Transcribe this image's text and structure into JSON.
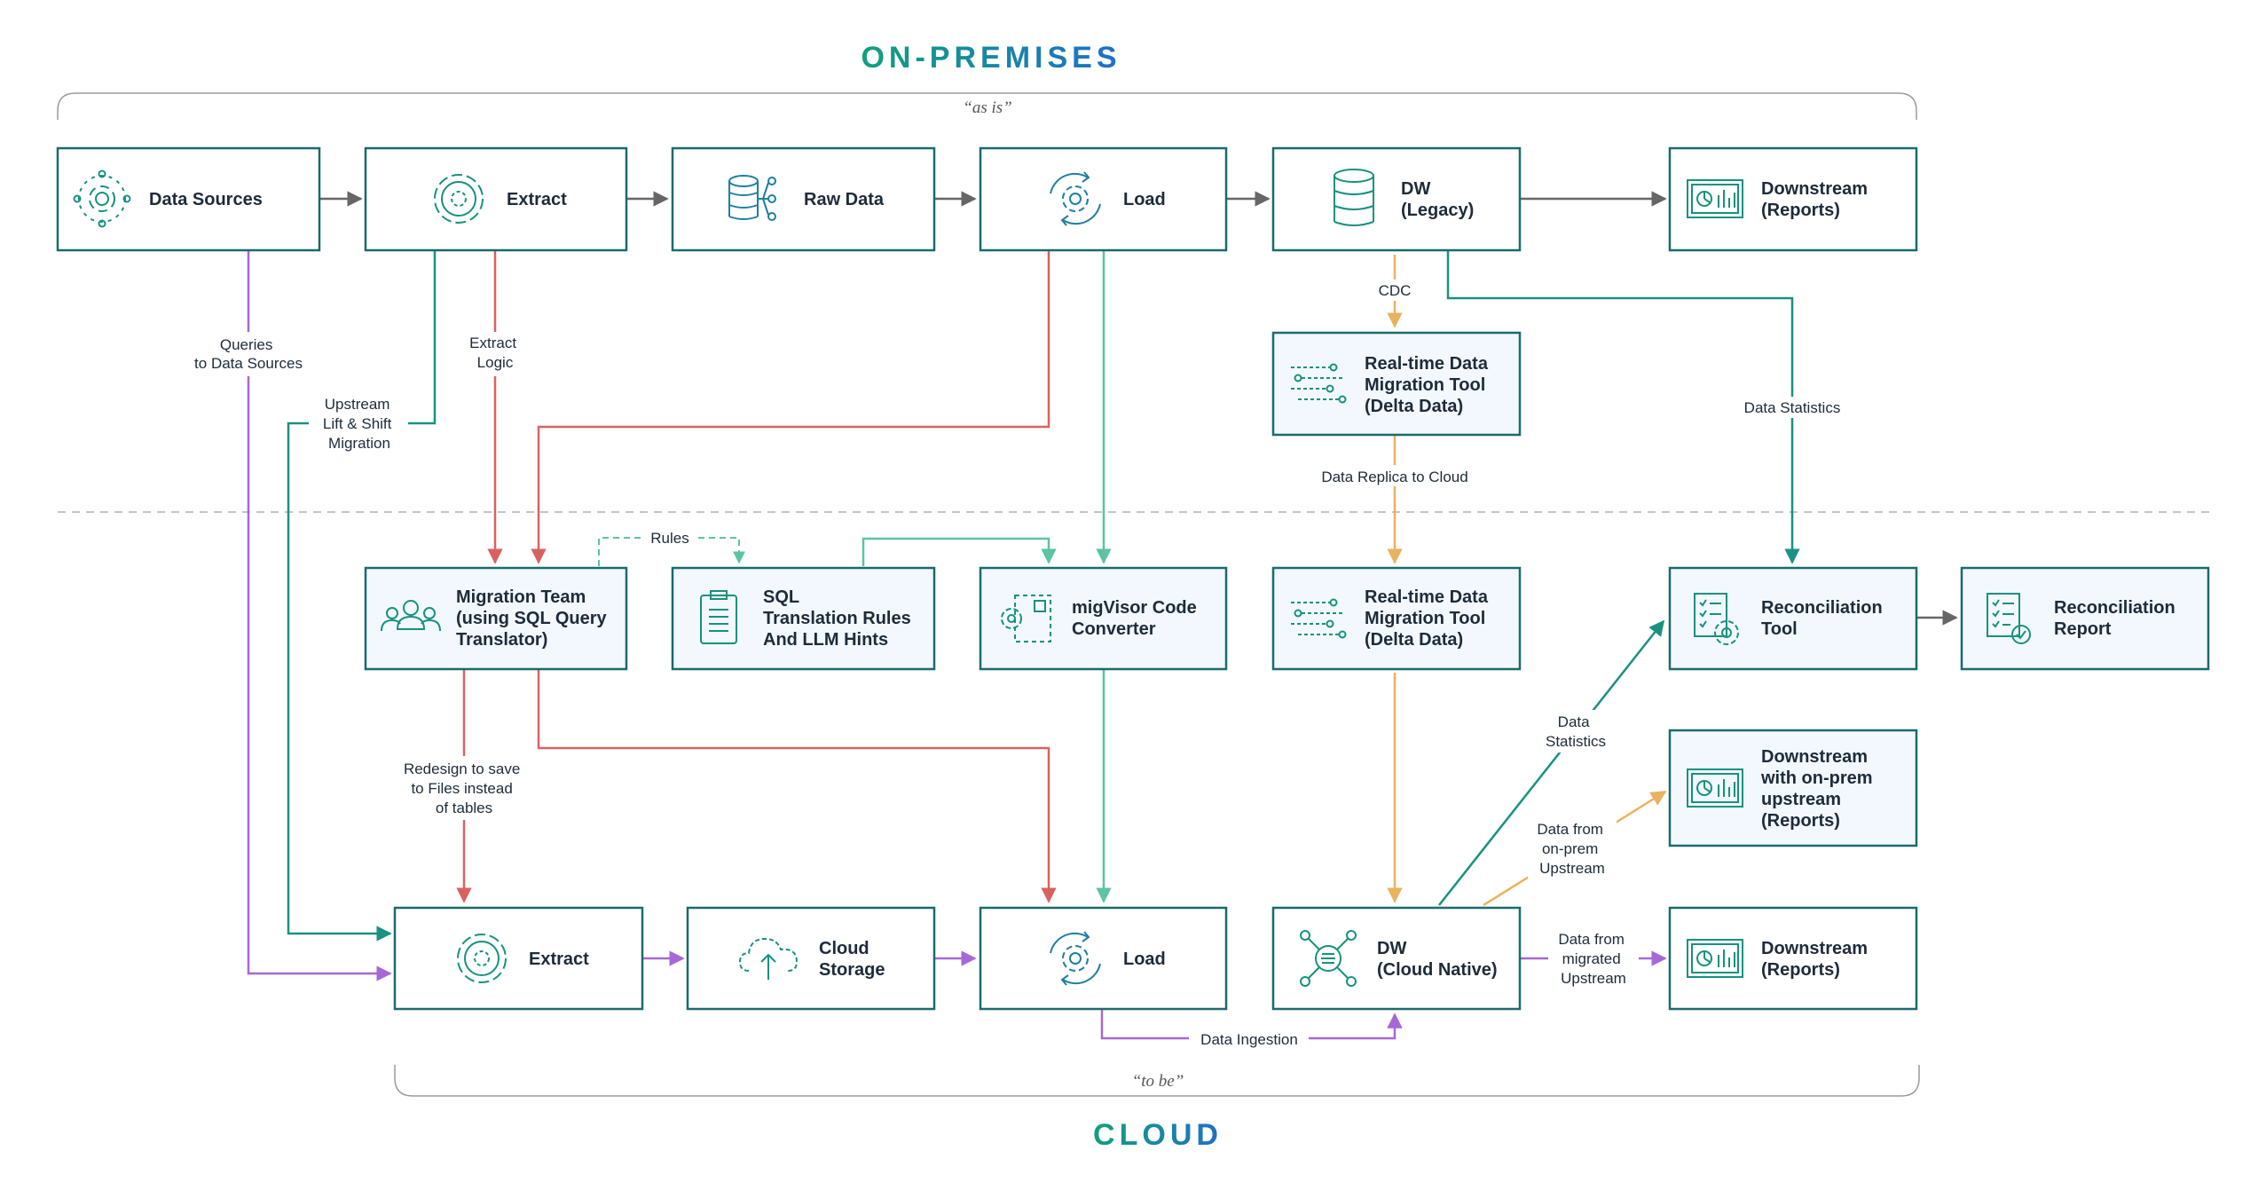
{
  "titles": {
    "on_premises": "ON-PREMISES",
    "cloud": "CLOUD",
    "as_is": "“as is”",
    "to_be": "“to be”"
  },
  "colors": {
    "box_border": "#1b6a6e",
    "box_fill_cloud": "#eef4fb",
    "gray_arrow": "#666666",
    "purple": "#a768d6",
    "red": "#d9625f",
    "teal": "#1a9181",
    "mint": "#5cc3a4",
    "orange": "#e9b25e",
    "title_gradient_start": "#12a07b",
    "title_gradient_end": "#1f6fc9"
  },
  "nodes": {
    "data_sources": {
      "lines": [
        "Data Sources"
      ],
      "icon": "signal-broadcast-icon"
    },
    "extract_onprem": {
      "lines": [
        "Extract"
      ],
      "icon": "gear-icon"
    },
    "raw_data": {
      "lines": [
        "Raw Data"
      ],
      "icon": "database-network-icon"
    },
    "load_onprem": {
      "lines": [
        "Load"
      ],
      "icon": "gear-cycle-icon"
    },
    "dw_legacy": {
      "lines": [
        "DW",
        "(Legacy)"
      ],
      "icon": "database-icon"
    },
    "downstream_reports_onprem": {
      "lines": [
        "Downstream",
        "(Reports)"
      ],
      "icon": "dashboard-icon"
    },
    "realtime_tool_onprem": {
      "lines": [
        "Real-time Data",
        "Migration Tool",
        "(Delta Data)"
      ],
      "icon": "data-stream-icon"
    },
    "migration_team": {
      "lines": [
        "Migration Team",
        "(using SQL Query",
        "Translator)"
      ],
      "icon": "team-icon"
    },
    "sql_rules": {
      "lines": [
        "SQL",
        "Translation Rules",
        "And LLM Hints"
      ],
      "icon": "clipboard-icon"
    },
    "migvisor": {
      "lines": [
        "migVisor Code",
        "Converter"
      ],
      "icon": "code-converter-icon"
    },
    "realtime_tool_cloud": {
      "lines": [
        "Real-time Data",
        "Migration Tool",
        "(Delta Data)"
      ],
      "icon": "data-stream-icon"
    },
    "reconciliation_tool": {
      "lines": [
        "Reconciliation",
        "Tool"
      ],
      "icon": "checklist-gear-icon"
    },
    "reconciliation_report": {
      "lines": [
        "Reconciliation",
        "Report"
      ],
      "icon": "checklist-report-icon"
    },
    "downstream_onprem_upstream": {
      "lines": [
        "Downstream",
        "with on-prem",
        "upstream",
        "(Reports)"
      ],
      "icon": "dashboard-icon"
    },
    "extract_cloud": {
      "lines": [
        "Extract"
      ],
      "icon": "gear-icon"
    },
    "cloud_storage": {
      "lines": [
        "Cloud",
        "Storage"
      ],
      "icon": "cloud-upload-icon"
    },
    "load_cloud": {
      "lines": [
        "Load"
      ],
      "icon": "gear-cycle-icon"
    },
    "dw_cloud_native": {
      "lines": [
        "DW",
        "(Cloud Native)"
      ],
      "icon": "network-hub-icon"
    },
    "downstream_reports_cloud": {
      "lines": [
        "Downstream",
        "(Reports)"
      ],
      "icon": "dashboard-icon"
    }
  },
  "edge_labels": {
    "queries": [
      "Queries",
      "to Data Sources"
    ],
    "extract_logic": [
      "Extract",
      "Logic"
    ],
    "upstream_lift": [
      "Upstream",
      "Lift & Shift",
      "Migration"
    ],
    "cdc": [
      "CDC"
    ],
    "data_replica": [
      "Data Replica to Cloud"
    ],
    "data_statistics_top": [
      "Data Statistics"
    ],
    "rules": [
      "Rules"
    ],
    "redesign": [
      "Redesign to save",
      "to Files instead",
      "of tables"
    ],
    "data_statistics_bottom": [
      "Data",
      "Statistics"
    ],
    "data_from_onprem": [
      "Data from",
      "on-prem",
      "Upstream"
    ],
    "data_from_migrated": [
      "Data from",
      "migrated",
      "Upstream"
    ],
    "data_ingestion": [
      "Data Ingestion"
    ]
  }
}
